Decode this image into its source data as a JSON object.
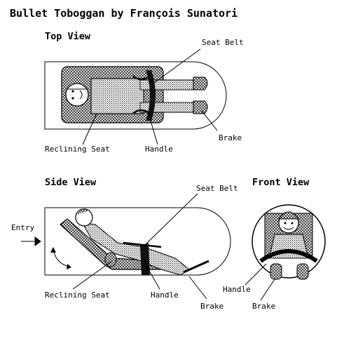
{
  "title": "Bullet Toboggan by François Sunatori",
  "views": {
    "top": {
      "heading": "Top View",
      "labels": {
        "seat_belt": "Seat Belt",
        "brake": "Brake",
        "reclining_seat": "Reclining Seat",
        "handle": "Handle"
      }
    },
    "side": {
      "heading": "Side View",
      "entry": "Entry",
      "labels": {
        "seat_belt": "Seat Belt",
        "reclining_seat": "Reclining Seat",
        "handle": "Handle",
        "brake": "Brake"
      }
    },
    "front": {
      "heading": "Front View",
      "labels": {
        "handle": "Handle",
        "brake": "Brake"
      }
    }
  }
}
